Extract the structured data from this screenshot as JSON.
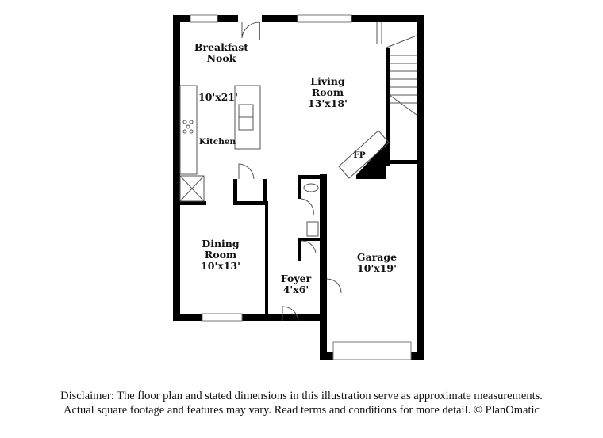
{
  "rooms": {
    "breakfast_nook": {
      "name_line1": "Breakfast",
      "name_line2": "Nook"
    },
    "kitchen": {
      "name": "Kitchen",
      "dimensions": "10'x21'"
    },
    "living_room": {
      "name_line1": "Living",
      "name_line2": "Room",
      "dimensions": "13'x18'"
    },
    "fireplace": {
      "name": "FP"
    },
    "dining_room": {
      "name_line1": "Dining",
      "name_line2": "Room",
      "dimensions": "10'x13'"
    },
    "foyer": {
      "name": "Foyer",
      "dimensions": "4'x6'"
    },
    "garage": {
      "name": "Garage",
      "dimensions": "10'x19'"
    }
  },
  "disclaimer": {
    "line1": "Disclaimer: The floor plan and stated dimensions in this illustration serve as approximate measurements.",
    "line2": "Actual square footage and features may vary. Read terms and conditions for more detail. © PlanOmatic"
  },
  "colors": {
    "wall": "#000000",
    "fixture": "#555555",
    "background": "#ffffff"
  }
}
